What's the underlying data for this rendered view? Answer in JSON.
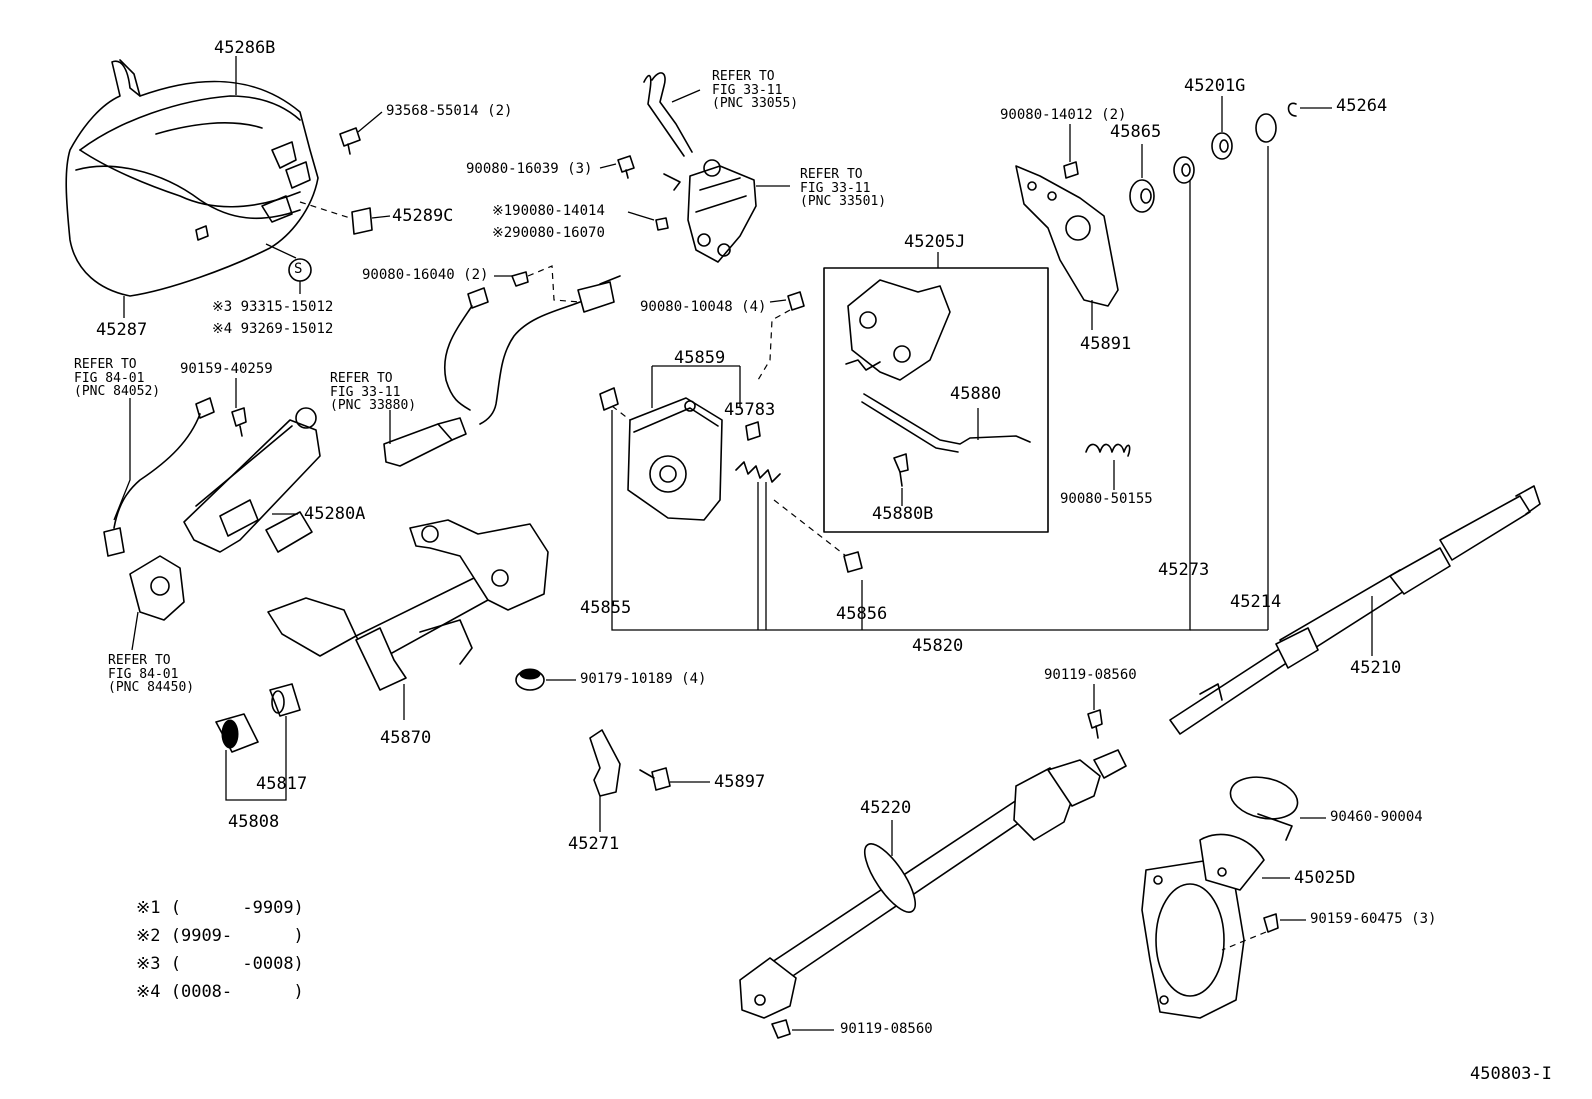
{
  "parts": {
    "p45286B": "45286B",
    "p45287": "45287",
    "p93568": "93568-55014 (2)",
    "p45289C": "45289C",
    "s_mark": "S",
    "note3_code": "93315-15012",
    "note4_code": "93269-15012",
    "p90080_16039": "90080-16039 (3)",
    "note1_code": "90080-14014",
    "note2_code": "90080-16070",
    "p90080_16040": "90080-16040 (2)",
    "p90080_10048": "90080-10048 (4)",
    "p90080_14012": "90080-14012 (2)",
    "p45865": "45865",
    "p45201G": "45201G",
    "p45264": "45264",
    "p45205J": "45205J",
    "p45891": "45891",
    "p45859": "45859",
    "p45783": "45783",
    "p45880": "45880",
    "p45880B": "45880B",
    "p90080_50155": "90080-50155",
    "p90159_40259": "90159-40259",
    "p45280A": "45280A",
    "p45855": "45855",
    "p45856": "45856",
    "p45273": "45273",
    "p45214": "45214",
    "p45820": "45820",
    "p45210": "45210",
    "p90119_top": "90119-08560",
    "p90179": "90179-10189 (4)",
    "p45870": "45870",
    "p45817": "45817",
    "p45808": "45808",
    "p45897": "45897",
    "p45271": "45271",
    "p45220": "45220",
    "p90460": "90460-90004",
    "p45025D": "45025D",
    "p90159_60475": "90159-60475 (3)",
    "p90119_bottom": "90119-08560"
  },
  "refs": {
    "r33055": [
      "REFER TO",
      "FIG 33-11",
      "(PNC 33055)"
    ],
    "r33501": [
      "REFER TO",
      "FIG 33-11",
      "(PNC 33501)"
    ],
    "r33880": [
      "REFER TO",
      "FIG 33-11",
      "(PNC 33880)"
    ],
    "r84052": [
      "REFER TO",
      "FIG 84-01",
      "(PNC 84052)"
    ],
    "r84450": [
      "REFER TO",
      "FIG 84-01",
      "(PNC 84450)"
    ]
  },
  "marks": {
    "m1": "※1",
    "m2": "※2",
    "m3": "※3",
    "m4": "※4"
  },
  "notes": [
    {
      "mark": "※1",
      "range": "(      -9909)"
    },
    {
      "mark": "※2",
      "range": "(9909-      )"
    },
    {
      "mark": "※3",
      "range": "(      -0008)"
    },
    {
      "mark": "※4",
      "range": "(0008-      )"
    }
  ],
  "figure_id": "450803-I"
}
